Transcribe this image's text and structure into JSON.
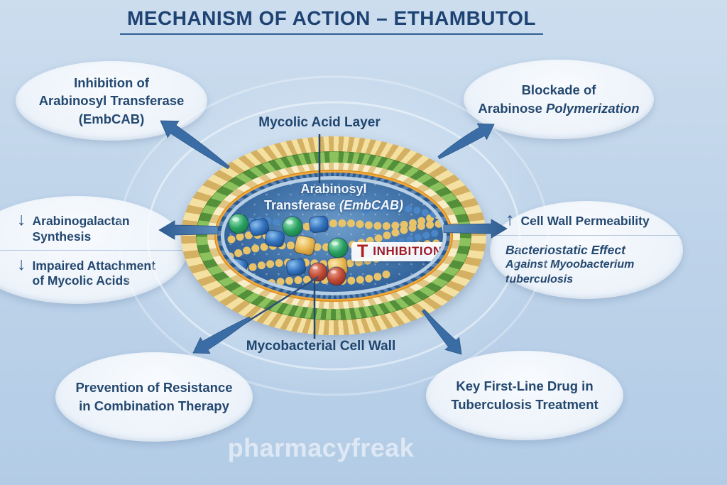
{
  "title": "MECHANISM OF ACTION – ETHAMBUTOL",
  "watermark": "pharmacyfreak",
  "bubbles": {
    "top_left": {
      "line1": "Inhibition of",
      "line2": "Arabinosyl Transferase",
      "line3": "(EmbCAB)"
    },
    "top_right": {
      "line1": "Blockade of",
      "line2a": "Arabinose ",
      "line2b": "Polymerization"
    },
    "mid_left": {
      "item1_icon": "↓",
      "item1_text": "Arabinogalactan Synthesis",
      "item2_icon": "↓",
      "item2_line1": "Impaired Attachment",
      "item2_line2": "of Mycolic Acids"
    },
    "mid_right": {
      "item1_icon": "↑",
      "item1_text": "Cell Wall Permeability",
      "item2_line1": "Bacteriostatic Effect",
      "item2_line2": "Against Myoobacterium tuberculosis"
    },
    "bottom_left": {
      "line1": "Prevention of Resistance",
      "line2": "in Combination Therapy"
    },
    "bottom_right": {
      "line1": "Key First-Line Drug in",
      "line2": "Tuberculosis Treatment"
    }
  },
  "cell": {
    "label_top": "Mycolic Acid Layer",
    "enzyme_line1": "Arabinosyl",
    "enzyme_line2a": "Transferase ",
    "enzyme_line2b": "(EmbCAB)",
    "inhibition_icon": "T",
    "inhibition_label": "INHIBITION",
    "label_bottom": "Mycobacterial Cell Wall"
  },
  "colors": {
    "background": "#bfd4ea",
    "title_text": "#1e4373",
    "bubble_fill": "#edf3fa",
    "bubble_text": "#24486f",
    "arrow_blue": "#3a6da6",
    "inhibition_red": "#9c1b2b",
    "membrane_yellow": "#e8cf88",
    "membrane_green": "#6fae45",
    "membrane_orange": "#f2a93b",
    "cell_interior_blue": "#2e5e95"
  }
}
